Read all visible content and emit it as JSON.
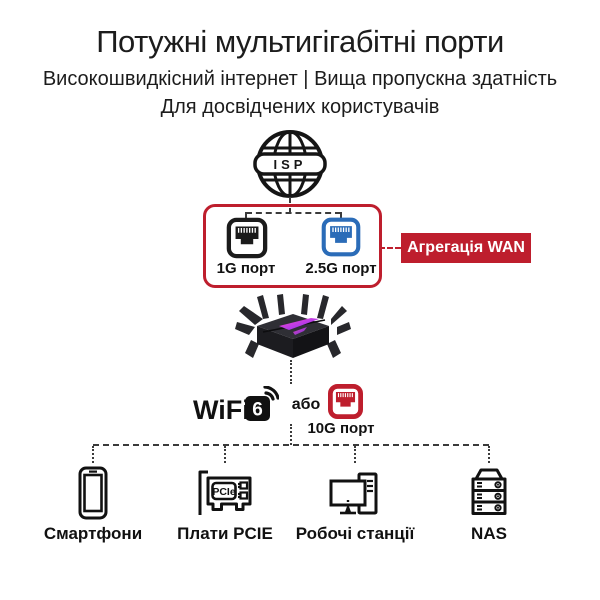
{
  "title": "Потужні мультигігабітні порти",
  "subtitle_line1": "Високошвидкісний інтернет | Вища пропускна здатність",
  "subtitle_line2": "Для досвідчених користувачів",
  "colors": {
    "red": "#be1e2d",
    "blue": "#2b6cb8",
    "black": "#1b1b1b"
  },
  "diagram": {
    "isp_label": "ISP",
    "wan_box": {
      "port1_label": "1G порт",
      "port2_label": "2.5G порт"
    },
    "wan_aggregation_label": "Агрегація WAN",
    "wifi_word": "WiFi",
    "wifi_number": "6",
    "or_label": "або",
    "port_10g_label": "10G порт",
    "pcie_chip_label": "PCIe",
    "devices": [
      {
        "label": "Смартфони"
      },
      {
        "label": "Плати PCIE"
      },
      {
        "label": "Робочі станції"
      },
      {
        "label": "NAS"
      }
    ]
  }
}
